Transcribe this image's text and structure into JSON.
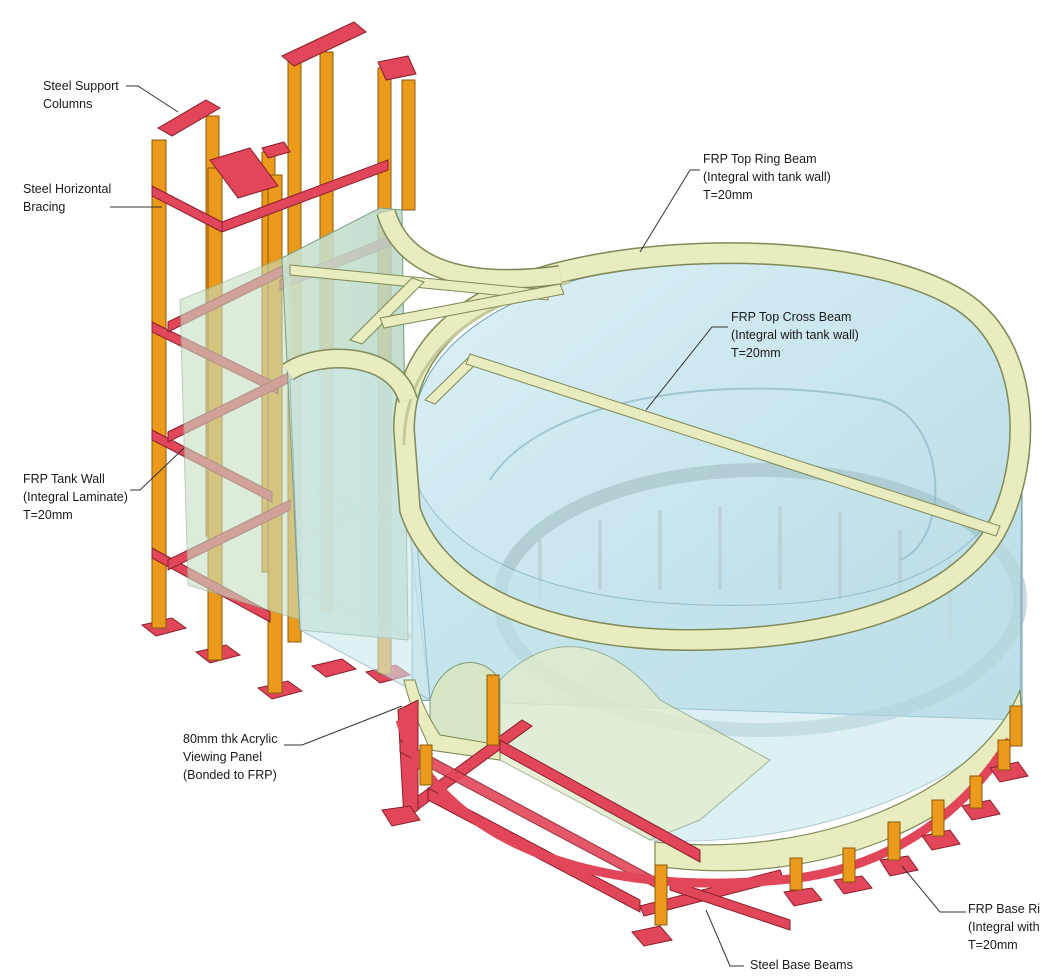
{
  "colors": {
    "steel_orange": "#ec9a1c",
    "steel_red": "#e2465a",
    "frp_rim": "#e8ecbe",
    "acrylic": "#bfe3ee",
    "leader": "#333333"
  },
  "labels": {
    "steel_columns": {
      "line1": "Steel Support",
      "line2": "Columns"
    },
    "steel_bracing": {
      "line1": "Steel Horizontal",
      "line2": "Bracing"
    },
    "top_ring_beam": {
      "line1": "FRP Top Ring Beam",
      "line2": "(Integral with tank wall)",
      "line3": "T=20mm"
    },
    "top_cross_beam": {
      "line1": "FRP Top Cross Beam",
      "line2": "(Integral with tank wall)",
      "line3": "T=20mm"
    },
    "tank_wall": {
      "line1": "FRP Tank Wall",
      "line2": "(Integral Laminate)",
      "line3": "T=20mm"
    },
    "acrylic_panel": {
      "line1": "80mm thk Acrylic",
      "line2": "Viewing Panel",
      "line3": "(Bonded to FRP)"
    },
    "base_ring": {
      "line1": "FRP Base Ri",
      "line2": "(Integral with",
      "line3": "T=20mm"
    },
    "base_beams": {
      "line1": "Steel Base Beams"
    }
  }
}
